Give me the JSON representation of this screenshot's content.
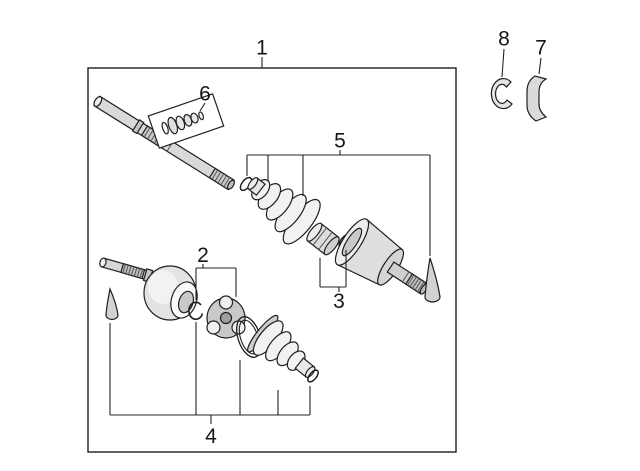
{
  "diagram": {
    "callouts": {
      "c1": "1",
      "c2": "2",
      "c3": "3",
      "c4": "4",
      "c5": "5",
      "c6": "6",
      "c7": "7",
      "c8": "8"
    },
    "colors": {
      "line": "#1f1f1f",
      "background": "#ffffff",
      "shade_light": "#e3e3e3",
      "shade_mid": "#c9c9c9"
    }
  }
}
